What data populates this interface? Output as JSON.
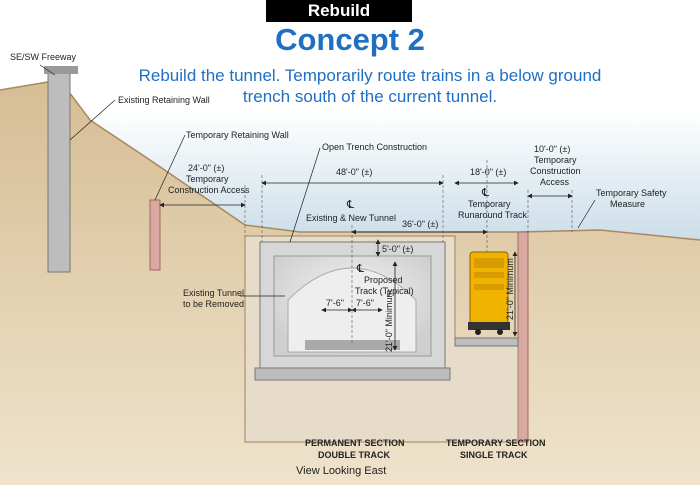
{
  "banner": "Rebuild",
  "title": "Concept 2",
  "subtitle_line1": "Rebuild the tunnel. Temporarily route trains in a below ground",
  "subtitle_line2": "trench south of the current tunnel.",
  "labels": {
    "freeway": "SE/SW Freeway",
    "existing_retaining_wall": "Existing Retaining Wall",
    "temporary_retaining_wall": "Temporary Retaining Wall",
    "open_trench": "Open Trench Construction",
    "dim_24": "24'-0\" (±)",
    "temp_construction_access_1": "Temporary",
    "temp_construction_access_2": "Construction Access",
    "dim_48": "48'-0\" (±)",
    "centerline": "℄",
    "existing_new_tunnel": "Existing & New Tunnel",
    "dim_36": "36'-0\" (±)",
    "dim_18": "18'-0\" (±)",
    "temporary": "Temporary",
    "runaround_track": "Runaround Track",
    "dim_10": "10'-0\" (±)",
    "temporary_2": "Temporary",
    "construction": "Construction",
    "access": "Access",
    "temporary_safety": "Temporary Safety",
    "measure": "Measure",
    "dim_5": "5'-0\" (±)",
    "proposed": "Proposed",
    "track_typical": "Track (Typical)",
    "existing_tunnel_1": "Existing Tunnel",
    "existing_tunnel_2": "to be Removed",
    "dim_7_6_a": "7'-6\"",
    "dim_7_6_b": "7'-6\"",
    "min_21_a": "21'-0\" Minimum",
    "min_21_b": "21'-0\" Minimum",
    "permanent_section": "PERMANENT SECTION",
    "double_track": "DOUBLE TRACK",
    "temporary_section": "TEMPORARY SECTION",
    "single_track": "SINGLE TRACK",
    "view_looking_east": "View Looking East"
  },
  "colors": {
    "title_blue": "#1f6fc2",
    "soil": "#d9c19a",
    "soil_dark": "#b99a6c",
    "sky": "#c9dde8",
    "concrete": "#c9c9c9",
    "train_yellow": "#f0b400",
    "wall_pink": "#d9a8a0"
  }
}
